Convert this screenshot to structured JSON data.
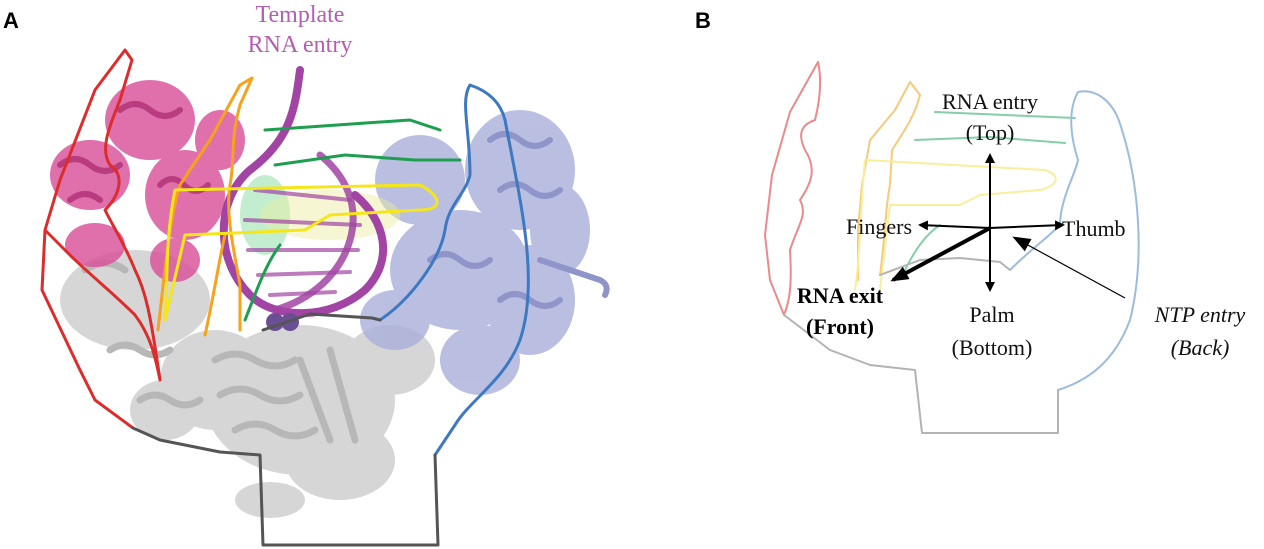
{
  "panels": {
    "a": {
      "letter": "A",
      "template_label_line1": "Template",
      "template_label_line2": "RNA entry"
    },
    "b": {
      "letter": "B",
      "rna_entry_line1": "RNA entry",
      "rna_entry_line2": "(Top)",
      "fingers": "Fingers",
      "thumb": "Thumb",
      "rna_exit_line1": "RNA exit",
      "rna_exit_line2": "(Front)",
      "palm_line1": "Palm",
      "palm_line2": "(Bottom)",
      "ntp_entry_line1": "NTP entry",
      "ntp_entry_line2": "(Back)"
    }
  },
  "colors": {
    "fingertip_red": "#dd2c2c",
    "fingers_orange": "#f7a21c",
    "fingers_yellow": "#f5e61a",
    "fingertip_green": "#1e9e4f",
    "thumb_blue": "#3d79c0",
    "palm_gray": "#555555",
    "rna_purple": "#a144a3",
    "protein_pink": "#d9519a",
    "protein_lavender": "#a9aed9",
    "protein_gray": "#c9c9c9"
  }
}
